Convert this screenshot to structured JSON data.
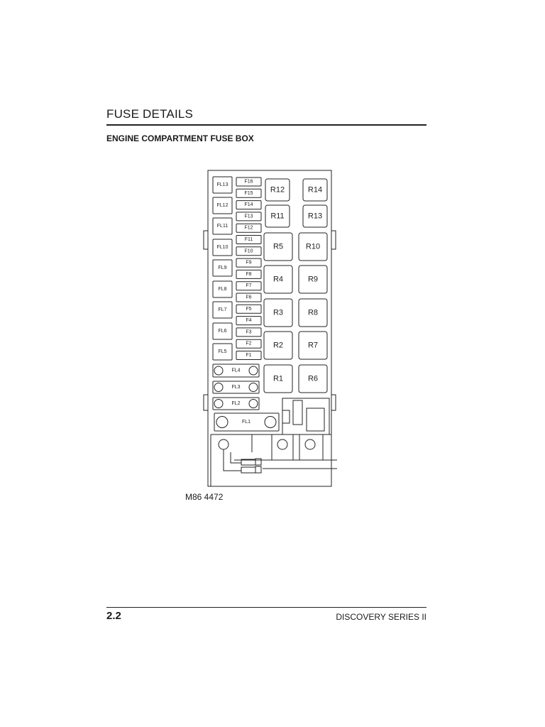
{
  "page": {
    "title": "FUSE DETAILS",
    "section_heading": "ENGINE COMPARTMENT FUSE BOX",
    "figure_ref": "M86 4472",
    "page_number": "2.2",
    "publication": "DISCOVERY SERIES II"
  },
  "fuse_box": {
    "fusible_links_small": [
      "FL13",
      "FL12",
      "FL11",
      "FL10",
      "FL9",
      "FL8",
      "FL7",
      "FL6",
      "FL5"
    ],
    "fuses": [
      "F16",
      "F15",
      "F14",
      "F13",
      "F12",
      "F11",
      "F10",
      "F9",
      "F8",
      "F7",
      "F6",
      "F5",
      "F4",
      "F3",
      "F2",
      "F1"
    ],
    "relays_small": [
      "R12",
      "R14",
      "R11",
      "R13"
    ],
    "relays_large": [
      "R5",
      "R10",
      "R4",
      "R9",
      "R3",
      "R8",
      "R2",
      "R7",
      "R1",
      "R6"
    ],
    "fusible_links_large": [
      "FL4",
      "FL3",
      "FL2",
      "FL1"
    ]
  }
}
